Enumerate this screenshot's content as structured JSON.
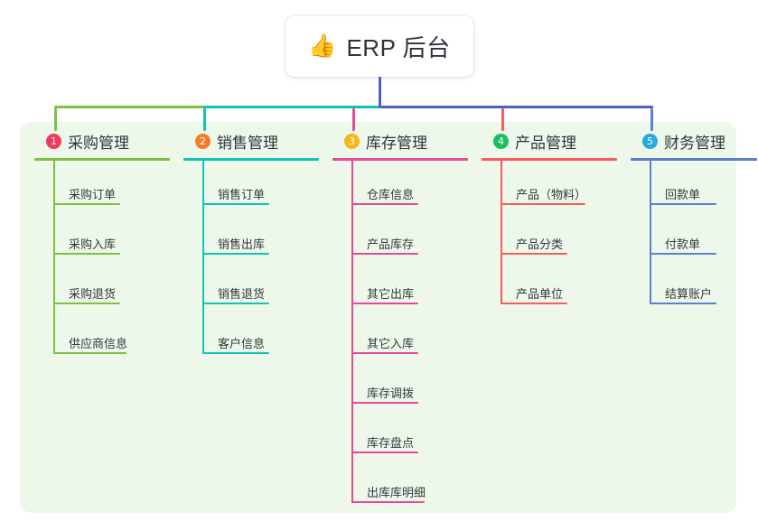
{
  "diagram": {
    "title": "ERP 后台 组织结构图",
    "panel_color": "#eef8ea",
    "root": {
      "icon": "thumbs-up-icon",
      "emoji": "👍",
      "label": "ERP 后台",
      "stem_color": "#4e5fc4"
    },
    "bus": {
      "segments": [
        {
          "color": "#7cc142"
        },
        {
          "color": "#12c2b4"
        },
        {
          "color": "#4e5fc4"
        }
      ]
    },
    "columns": [
      {
        "number": "1",
        "title": "采购管理",
        "badge_color": "#f03b5c",
        "line_color": "#7cc142",
        "items": [
          {
            "label": "采购订单"
          },
          {
            "label": "采购入库"
          },
          {
            "label": "采购退货"
          },
          {
            "label": "供应商信息"
          }
        ]
      },
      {
        "number": "2",
        "title": "销售管理",
        "badge_color": "#f57b28",
        "line_color": "#12c2b4",
        "items": [
          {
            "label": "销售订单"
          },
          {
            "label": "销售出库"
          },
          {
            "label": "销售退货"
          },
          {
            "label": "客户信息"
          }
        ]
      },
      {
        "number": "3",
        "title": "库存管理",
        "badge_color": "#f5b619",
        "line_color": "#e8489a",
        "items": [
          {
            "label": "仓库信息"
          },
          {
            "label": "产品库存"
          },
          {
            "label": "其它出库"
          },
          {
            "label": "其它入库"
          },
          {
            "label": "库存调拨"
          },
          {
            "label": "库存盘点"
          },
          {
            "label": "出库库明细"
          }
        ]
      },
      {
        "number": "4",
        "title": "产品管理",
        "badge_color": "#1bbf63",
        "line_color": "#f75d5d",
        "items": [
          {
            "label": "产品（物料）"
          },
          {
            "label": "产品分类"
          },
          {
            "label": "产品单位"
          }
        ]
      },
      {
        "number": "5",
        "title": "财务管理",
        "badge_color": "#29a8e0",
        "line_color": "#5b7fd4",
        "items": [
          {
            "label": "回款单"
          },
          {
            "label": "付款单"
          },
          {
            "label": "结算账户"
          }
        ]
      }
    ]
  }
}
